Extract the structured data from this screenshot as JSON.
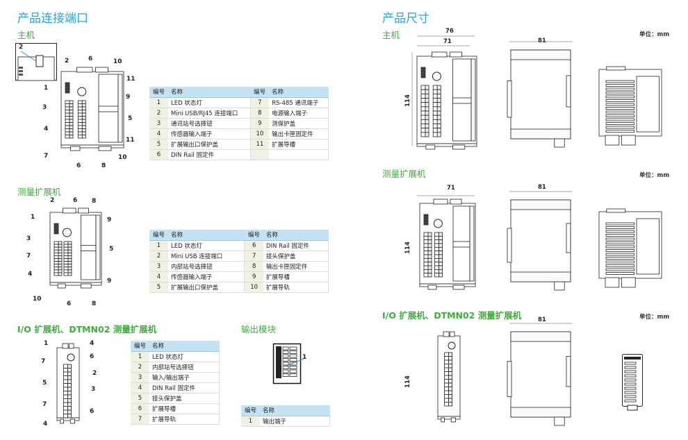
{
  "left": {
    "title": "产品连接端口",
    "main": {
      "label": "主机",
      "callouts": [
        "2",
        "2",
        "6",
        "10",
        "11",
        "1",
        "9",
        "3",
        "5",
        "4",
        "11",
        "7",
        "10",
        "6",
        "8"
      ],
      "headers": [
        "编号",
        "名称",
        "编号",
        "名称"
      ],
      "rows": [
        [
          "1",
          "LED 状态灯",
          "7",
          "RS-485 通讯端子"
        ],
        [
          "2",
          "Mini USB/RJ45 连接端口",
          "8",
          "电源输入端子"
        ],
        [
          "3",
          "通讯站号选择钮",
          "9",
          "测保护盖"
        ],
        [
          "4",
          "传感器输入端子",
          "10",
          "输出卡匣固定件"
        ],
        [
          "5",
          "扩展输出口保护盖",
          "11",
          "扩展导槽"
        ],
        [
          "6",
          "DIN Rail 固定件",
          "",
          ""
        ]
      ]
    },
    "meas": {
      "label": "测量扩展机",
      "callouts": [
        "2",
        "6",
        "8",
        "1",
        "9",
        "3",
        "5",
        "7",
        "4",
        "9",
        "10",
        "6",
        "8"
      ],
      "headers": [
        "编号",
        "名称",
        "编号",
        "名称"
      ],
      "rows": [
        [
          "1",
          "LED 状态灯",
          "6",
          "DIN Rail 固定件"
        ],
        [
          "2",
          "Mini USB 连接端口",
          "7",
          "接头保护盖"
        ],
        [
          "3",
          "内部站号选择钮",
          "8",
          "输出卡匣固定件"
        ],
        [
          "4",
          "传感器输入端子",
          "9",
          "扩展导槽"
        ],
        [
          "5",
          "扩展输出口保护盖",
          "10",
          "扩展导轨"
        ]
      ]
    },
    "io": {
      "label": "I/O 扩展机、DTMN02 测量扩展机",
      "callouts": [
        "1",
        "4",
        "7",
        "6",
        "2",
        "5",
        "3",
        "7",
        "6",
        "4"
      ],
      "headers": [
        "编号",
        "名称"
      ],
      "rows": [
        [
          "1",
          "LED 状态灯"
        ],
        [
          "2",
          "内部站号选择钮"
        ],
        [
          "3",
          "输入/输出端子"
        ],
        [
          "4",
          "DIN Rail 固定件"
        ],
        [
          "5",
          "接头保护盖"
        ],
        [
          "6",
          "扩展导槽"
        ],
        [
          "7",
          "扩展导轨"
        ]
      ]
    },
    "out": {
      "label": "输出模块",
      "callouts": [
        "1"
      ],
      "headers": [
        "编号",
        "名称"
      ],
      "rows": [
        [
          "1",
          "输出端子"
        ]
      ]
    }
  },
  "right": {
    "title": "产品尺寸",
    "main": {
      "label": "主机",
      "unit": "单位：mm",
      "dims": {
        "w_outer": "76",
        "w_inner": "71",
        "h": "114",
        "depth": "81"
      }
    },
    "meas": {
      "label": "测量扩展机",
      "unit": "单位：mm",
      "dims": {
        "w": "71",
        "h": "114",
        "depth": "81"
      }
    },
    "io": {
      "label": "I/O 扩展机、DTMN02 测量扩展机",
      "unit": "单位：mm",
      "dims": {
        "h": "114",
        "depth": "81"
      }
    }
  },
  "colors": {
    "title": "#29a3da",
    "subtitle": "#3cae3a",
    "header": "#c3e2f3"
  }
}
